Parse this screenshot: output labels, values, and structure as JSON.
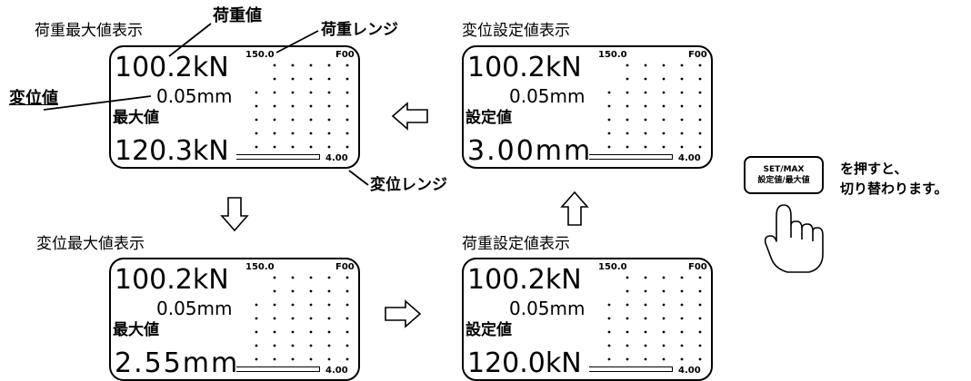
{
  "callouts": {
    "load_value": "荷重値",
    "load_range": "荷重レンジ",
    "disp_value": "変位値",
    "disp_range": "変位レンジ"
  },
  "panels": [
    {
      "caption": "荷重最大値表示",
      "load": "100.2kN",
      "disp": "0.05mm",
      "label": "最大値",
      "bottom": "120.3kN",
      "range_top": "150.0",
      "code": "F00",
      "range_bottom": "4.00"
    },
    {
      "caption": "変位設定値表示",
      "load": "100.2kN",
      "disp": "0.05mm",
      "label": "設定値",
      "bottom": "3.00mm",
      "range_top": "150.0",
      "code": "F00",
      "range_bottom": "4.00"
    },
    {
      "caption": "変位最大値表示",
      "load": "100.2kN",
      "disp": "0.05mm",
      "label": "最大値",
      "bottom": "2.55mm",
      "range_top": "150.0",
      "code": "F00",
      "range_bottom": "4.00"
    },
    {
      "caption": "荷重設定値表示",
      "load": "100.2kN",
      "disp": "0.05mm",
      "label": "設定値",
      "bottom": "120.0kN",
      "range_top": "150.0",
      "code": "F00",
      "range_bottom": "4.00"
    }
  ],
  "button": {
    "line1": "SET/MAX",
    "line2": "設定値/最大値"
  },
  "instruction": {
    "line1": "を押すと、",
    "line2": "切り替わります。"
  },
  "icons": {
    "arrows": "hollow-arrow",
    "hand": "pointing-hand-icon"
  }
}
